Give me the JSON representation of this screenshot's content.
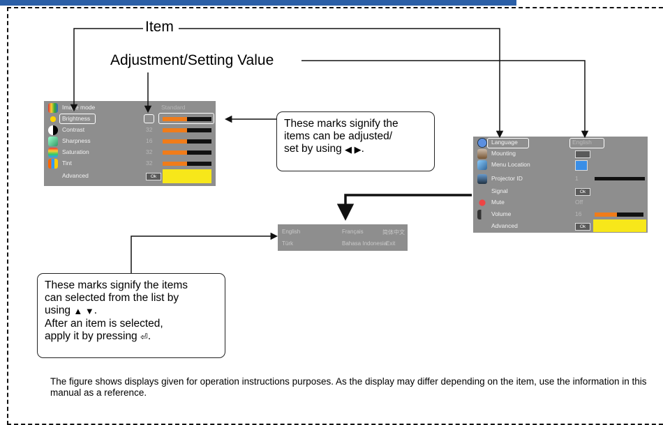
{
  "labels": {
    "item": "Item",
    "adjustment": "Adjustment/Setting Value"
  },
  "callout_right": {
    "lines": [
      "These marks signify the",
      "items can be adjusted/",
      "set by using"
    ],
    "arrow_glyphs": "◀ ▶"
  },
  "callout_left": {
    "lines": [
      "These marks signify the items",
      "can selected from the list by",
      "using"
    ],
    "arrow_glyphs": "▲ ▼",
    "line4": "After an item is selected,",
    "line5": "apply it by pressing",
    "enter_glyph": "⏎"
  },
  "menu_picture": [
    {
      "name": "Image mode",
      "value": "Standard",
      "icon": "image-mode-icon"
    },
    {
      "name": "Brightness",
      "level": 0.5,
      "icon": "brightness-icon"
    },
    {
      "name": "Contrast",
      "value": "32",
      "level": 0.5,
      "icon": "contrast-icon"
    },
    {
      "name": "Sharpness",
      "value": "16",
      "level": 0.5,
      "icon": "sharpness-icon"
    },
    {
      "name": "Saturation",
      "value": "32",
      "level": 0.5,
      "icon": "saturation-icon"
    },
    {
      "name": "Tint",
      "value": "32",
      "level": 0.5,
      "icon": "tint-icon"
    },
    {
      "name": "Advanced",
      "ok": "Ok"
    }
  ],
  "menu_setting": [
    {
      "name": "Language",
      "value": "English",
      "icon": "language-icon"
    },
    {
      "name": "Mounting",
      "icon": "mounting-icon"
    },
    {
      "name": "Menu Location",
      "icon": "menu-location-icon"
    },
    {
      "name": "Projector ID",
      "value": "1",
      "icon": "projector-id-icon"
    },
    {
      "name": "Signal",
      "ok": "Ok"
    },
    {
      "name": "Mute",
      "value": "Off",
      "icon": "mute-icon"
    },
    {
      "name": "Volume",
      "value": "16",
      "level": 0.45,
      "icon": "volume-icon"
    },
    {
      "name": "Advanced",
      "ok": "Ok"
    }
  ],
  "language_list": [
    [
      "English",
      "Français",
      "简体中文"
    ],
    [
      "Türk",
      "Bahasa Indonesia",
      "Exit"
    ]
  ],
  "footer": "The figure shows displays given for operation instructions purposes. As the display may differ depending on the item, use the information in this manual as a reference.",
  "colors": {
    "bar_fill": "#f07c1a",
    "osd_bg": "#8e8e8e",
    "advanced_yellow": "#f7e71a",
    "top_strip": "#2b5fa7"
  }
}
